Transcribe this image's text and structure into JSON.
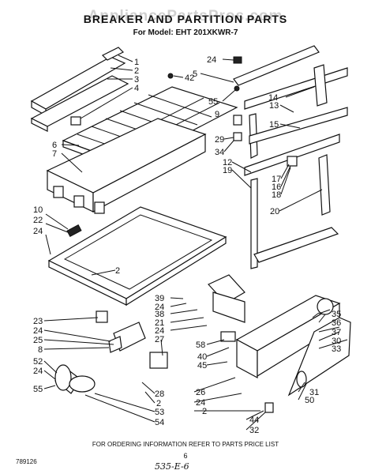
{
  "watermark": "AppliancePartsPros.com",
  "header": {
    "title": "BREAKER AND PARTITION PARTS",
    "model": "For Model: EHT 201XKWR-7"
  },
  "footer": {
    "ordering": "FOR ORDERING INFORMATION REFER TO PARTS PRICE LIST",
    "page": "6",
    "code": "789126",
    "handwritten": "535-E-6"
  },
  "callouts": [
    {
      "id": "1",
      "text": "1"
    },
    {
      "id": "2a",
      "text": "2"
    },
    {
      "id": "3",
      "text": "3"
    },
    {
      "id": "4",
      "text": "4"
    },
    {
      "id": "24a",
      "text": "24"
    },
    {
      "id": "5",
      "text": "5"
    },
    {
      "id": "42",
      "text": "42"
    },
    {
      "id": "55a",
      "text": "55"
    },
    {
      "id": "9",
      "text": "9"
    },
    {
      "id": "14",
      "text": "14"
    },
    {
      "id": "13",
      "text": "13"
    },
    {
      "id": "15",
      "text": "15"
    },
    {
      "id": "6",
      "text": "6"
    },
    {
      "id": "7",
      "text": "7"
    },
    {
      "id": "29",
      "text": "29"
    },
    {
      "id": "34",
      "text": "34"
    },
    {
      "id": "12",
      "text": "12"
    },
    {
      "id": "19",
      "text": "19"
    },
    {
      "id": "17",
      "text": "17"
    },
    {
      "id": "16",
      "text": "16"
    },
    {
      "id": "18",
      "text": "18"
    },
    {
      "id": "10",
      "text": "10"
    },
    {
      "id": "22",
      "text": "22"
    },
    {
      "id": "24b",
      "text": "24"
    },
    {
      "id": "20",
      "text": "20"
    },
    {
      "id": "2b",
      "text": "2"
    },
    {
      "id": "39",
      "text": "39"
    },
    {
      "id": "24c",
      "text": "24"
    },
    {
      "id": "38",
      "text": "38"
    },
    {
      "id": "21",
      "text": "21"
    },
    {
      "id": "24d",
      "text": "24"
    },
    {
      "id": "27",
      "text": "27"
    },
    {
      "id": "58",
      "text": "58"
    },
    {
      "id": "40",
      "text": "40"
    },
    {
      "id": "45",
      "text": "45"
    },
    {
      "id": "35",
      "text": "35"
    },
    {
      "id": "36",
      "text": "36"
    },
    {
      "id": "37",
      "text": "37"
    },
    {
      "id": "30",
      "text": "30"
    },
    {
      "id": "33",
      "text": "33"
    },
    {
      "id": "23",
      "text": "23"
    },
    {
      "id": "24e",
      "text": "24"
    },
    {
      "id": "25",
      "text": "25"
    },
    {
      "id": "8",
      "text": "8"
    },
    {
      "id": "52",
      "text": "52"
    },
    {
      "id": "24f",
      "text": "24"
    },
    {
      "id": "55b",
      "text": "55"
    },
    {
      "id": "28",
      "text": "28"
    },
    {
      "id": "2c",
      "text": "2"
    },
    {
      "id": "53",
      "text": "53"
    },
    {
      "id": "54",
      "text": "54"
    },
    {
      "id": "26",
      "text": "26"
    },
    {
      "id": "24g",
      "text": "24"
    },
    {
      "id": "2d",
      "text": "2"
    },
    {
      "id": "44",
      "text": "44"
    },
    {
      "id": "32",
      "text": "32"
    },
    {
      "id": "31",
      "text": "31"
    },
    {
      "id": "50",
      "text": "50"
    }
  ]
}
